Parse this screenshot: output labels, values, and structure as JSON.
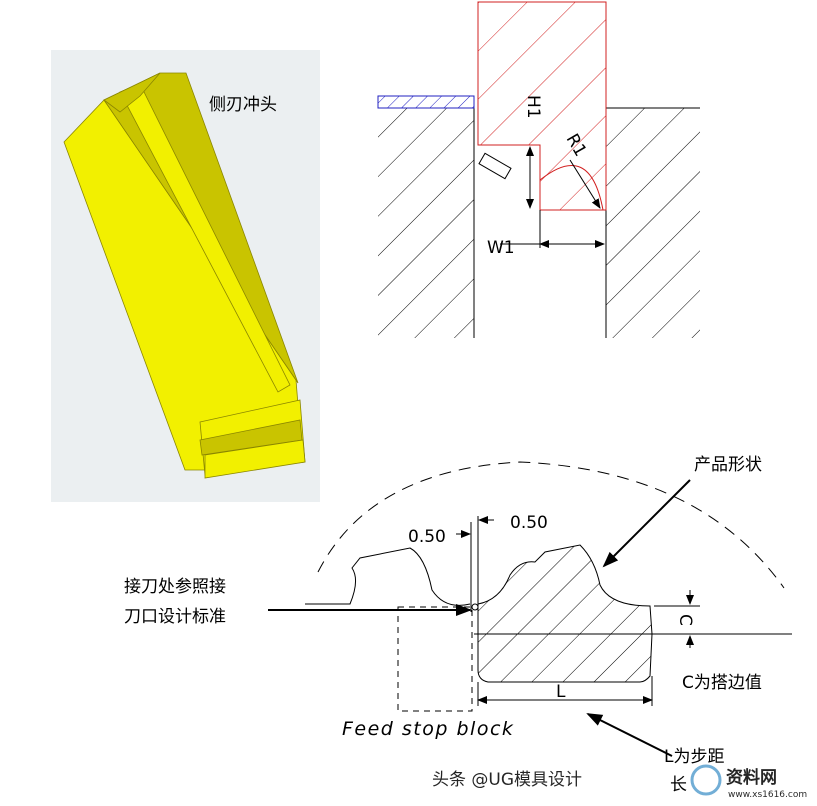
{
  "punch_panel": {
    "label": "侧刃冲头",
    "body_color": "#f2f000",
    "shade_color": "#c9c400",
    "bg_color": "#ebeff1"
  },
  "section_view": {
    "dim_h": "H1",
    "dim_r": "R1",
    "dim_w": "W1",
    "punch_color": "#d22020",
    "strip_color": "#2020c0"
  },
  "layout_view": {
    "dim_left": "0.50",
    "dim_right": "0.50",
    "product_label": "产品形状",
    "ref_label_line1": "接刀处参照接",
    "ref_label_line2": "刀口设计标准",
    "c_dim": "C",
    "c_label": "C为搭边值",
    "l_dim": "L",
    "l_label": "L为步距",
    "stop_label": "Feed stop block",
    "footer_fragment": "长"
  },
  "watermark": {
    "text_main": "头条 @UG模具设计",
    "text_site": "资料网",
    "text_url": "www.xs1616.com"
  }
}
